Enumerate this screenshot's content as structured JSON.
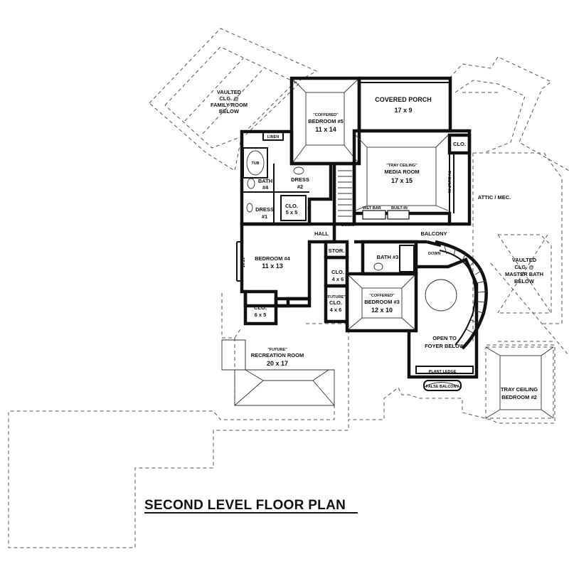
{
  "title": "SECOND LEVEL FLOOR PLAN",
  "rooms": {
    "family_vault": [
      "VAULTED",
      "CLG. @",
      "FAMILY ROOM",
      "BELOW"
    ],
    "covered_porch": [
      "COVERED PORCH",
      "17 x 9"
    ],
    "bedroom5": [
      "\"COFFERED\"",
      "BEDROOM #5",
      "11 x 14"
    ],
    "linen": "LINEN",
    "tub": "TUB",
    "bath4": [
      "BATH",
      "#4"
    ],
    "dress2": [
      "DRESS",
      "#2"
    ],
    "dress1": [
      "DRESS",
      "#1"
    ],
    "clo5x5": [
      "CLO.",
      "5 x 5"
    ],
    "l_mark": "L",
    "media": [
      "\"TRAY CEILING\"",
      "MEDIA ROOM",
      "17 x 15"
    ],
    "clo_media": "CLO.",
    "tv": "TV BUILT-IN",
    "wetbar": "WET BAR",
    "builtin": "BUILT-IN",
    "down1": "DOWN",
    "down2": "DOWN",
    "hall": "HALL",
    "balcony": "BALCONY",
    "attic": "ATTIC / MEC.",
    "master_vault": [
      "VAULTED",
      "CLG. @",
      "MASTER BATH",
      "BELOW"
    ],
    "bedroom4": [
      "BEDROOM #4",
      "11 x 13"
    ],
    "seat": "SEAT",
    "stor": "STOR.",
    "bath3": "BATH #3",
    "clo4x6a": [
      "CLO.",
      "4 x 6"
    ],
    "clo4x6b": [
      "\"FUTURE\"",
      "CLO.",
      "4 x 6"
    ],
    "bedroom3": [
      "\"COFFERED\"",
      "BEDROOM #3",
      "12 x 10"
    ],
    "clo6x5": [
      "CLO.",
      "6 x 5"
    ],
    "foyer": [
      "OPEN TO",
      "FOYER BELOW"
    ],
    "recreation": [
      "\"FUTURE\"",
      "RECREATION ROOM",
      "20 x 17"
    ],
    "plant_ledge": "PLANT LEDGE",
    "false_balcony": "FALSE BALCONY",
    "bedroom2": [
      "TRAY CEILING",
      "BEDROOM #2"
    ]
  }
}
